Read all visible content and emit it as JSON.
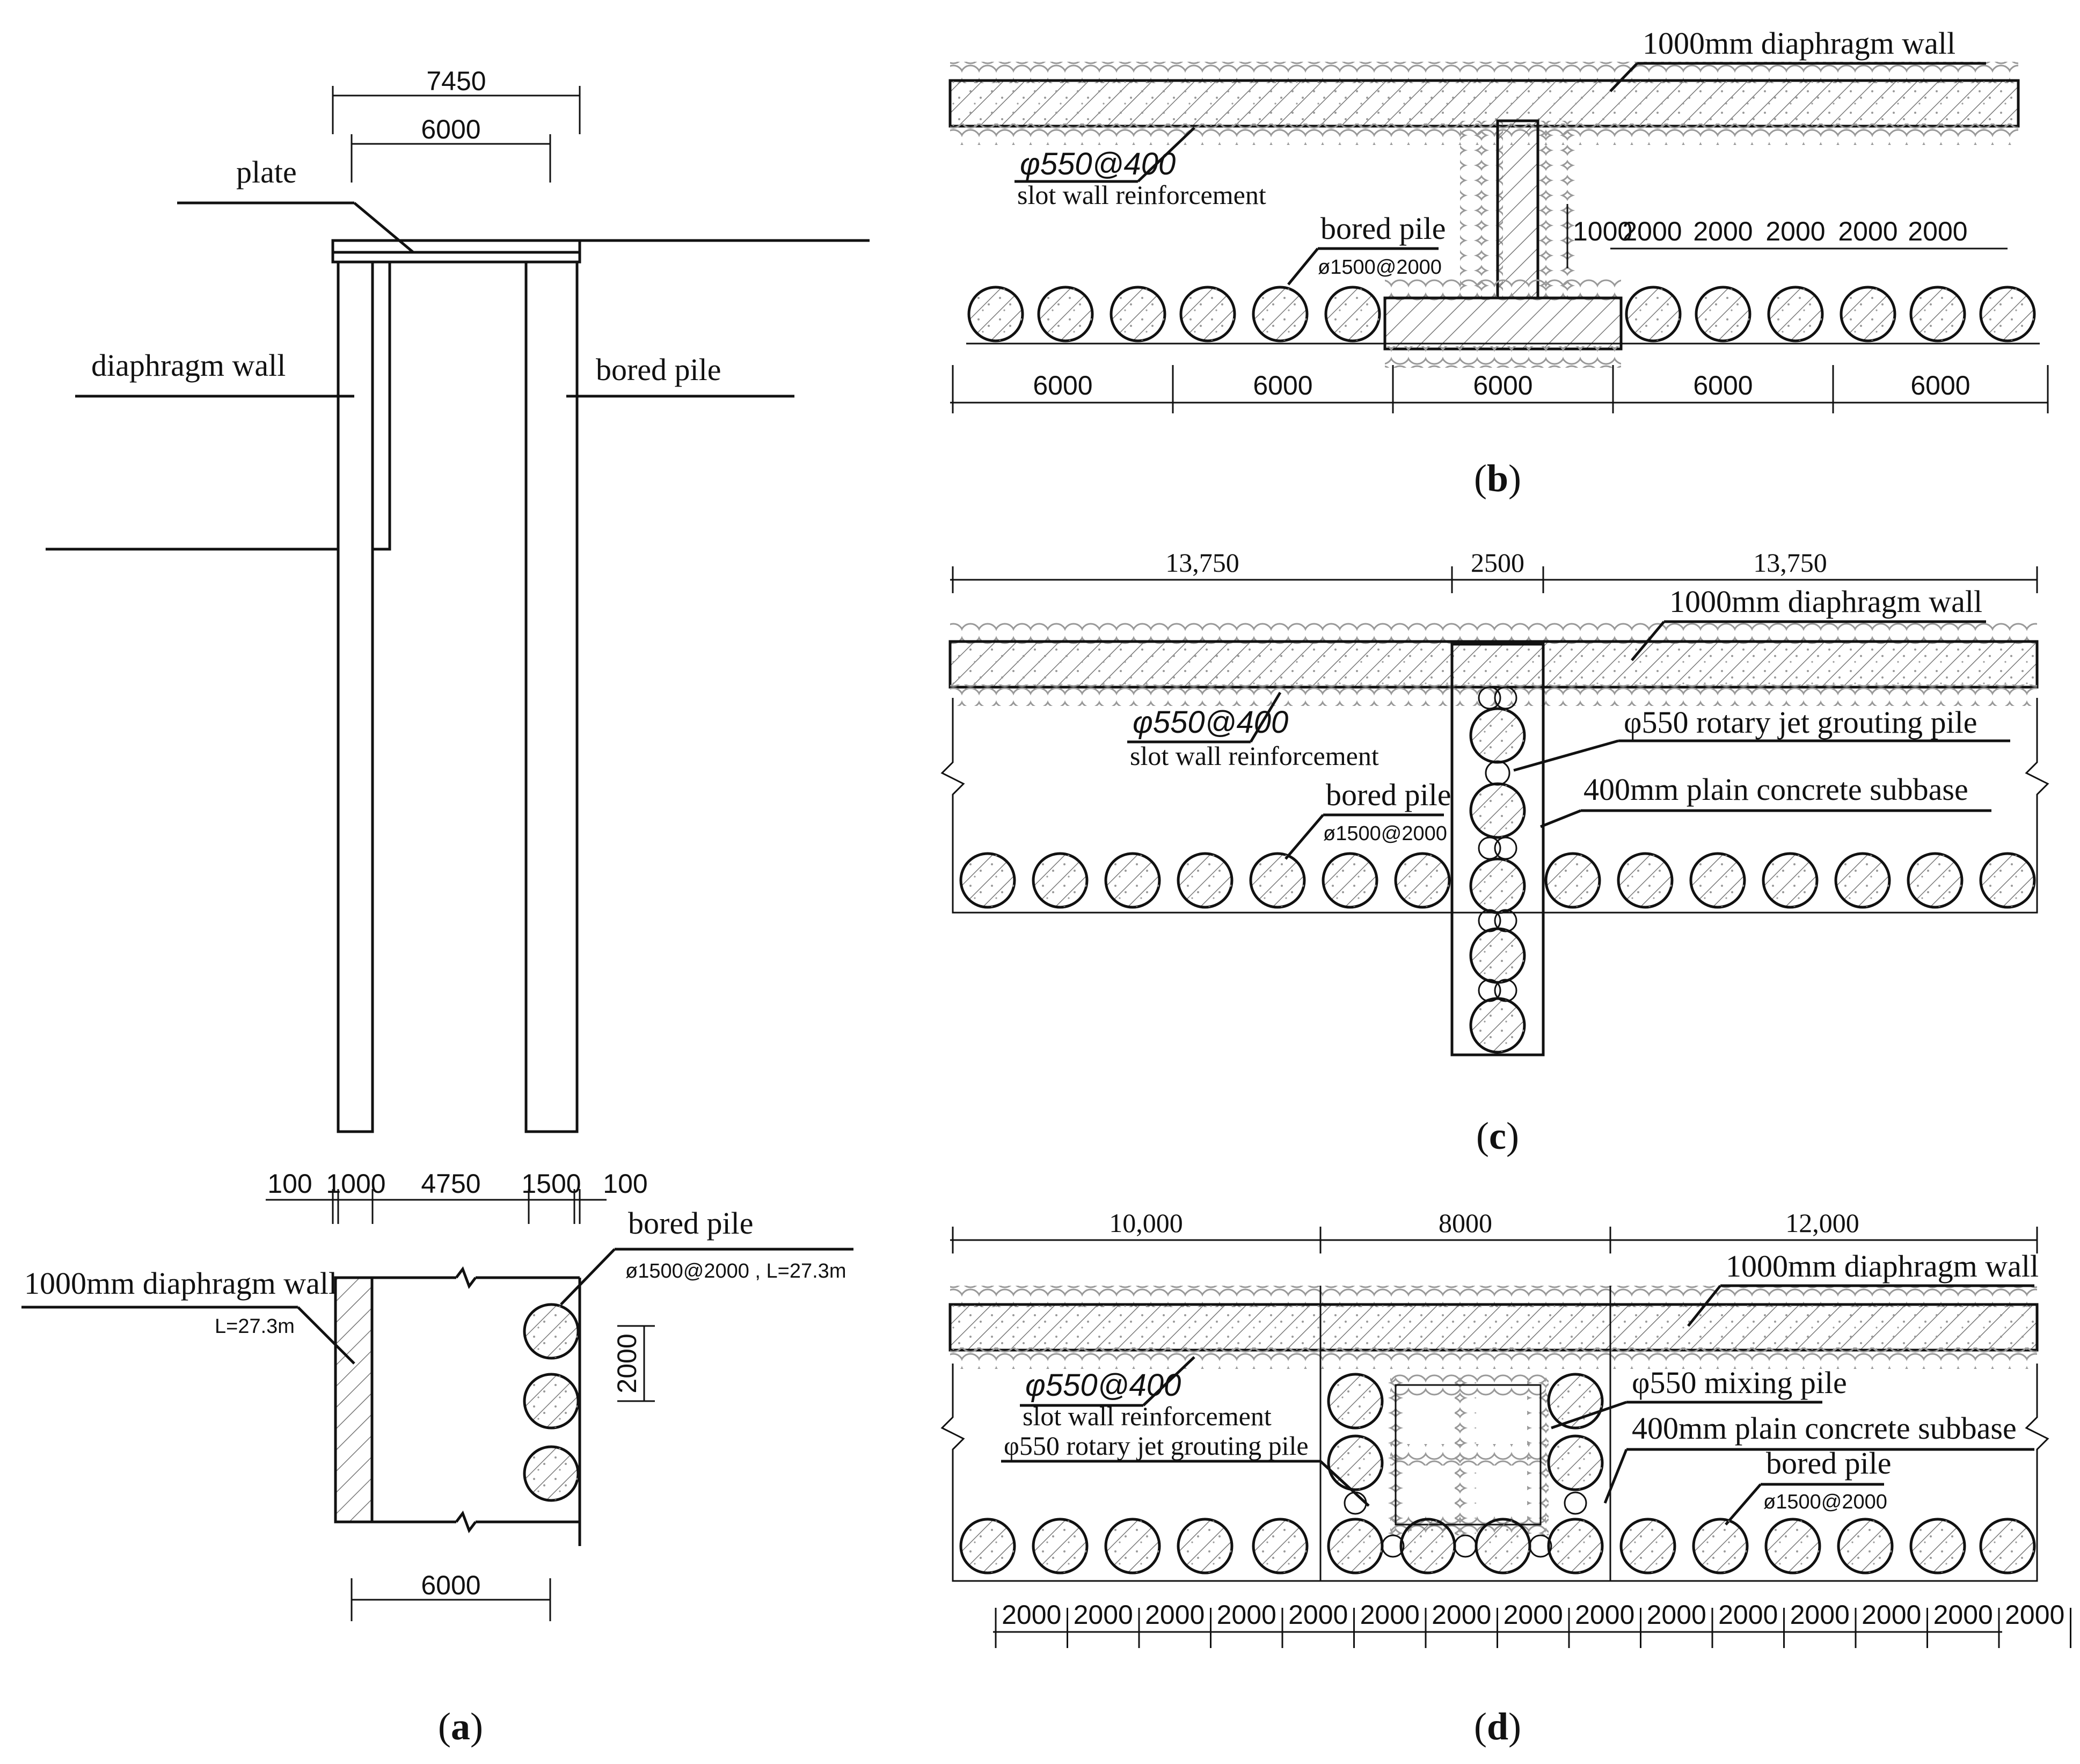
{
  "panels": {
    "a": {
      "caption_open": "(",
      "caption_letter": "a",
      "caption_close": ")",
      "dim_top_outer": "7450",
      "dim_top_inner": "6000",
      "label_plate": "plate",
      "label_diaphragm_wall": "diaphragm wall",
      "label_bored_pile": "bored pile",
      "plan_dims": [
        "100",
        "1000",
        "4750",
        "1500",
        "100"
      ],
      "plan_wall_label": "1000mm diaphragm wall",
      "plan_wall_length": "L=27.3m",
      "plan_pile_label": "bored pile",
      "plan_pile_spec": "ø1500@2000 , L=27.3m",
      "plan_pile_spacing": "2000",
      "plan_bottom_dim": "6000"
    },
    "b": {
      "caption_open": "(",
      "caption_letter": "b",
      "caption_close": ")",
      "wall_label": "1000mm diaphragm wall",
      "reinf_spec": "φ550@400",
      "reinf_label": "slot wall reinforcement",
      "pile_label": "bored pile",
      "pile_spec": "ø1500@2000",
      "rib_dim": "1000",
      "spacing_dims": [
        "2000",
        "2000",
        "2000",
        "2000",
        "2000"
      ],
      "bottom_dims": [
        "6000",
        "6000",
        "6000",
        "6000",
        "6000"
      ]
    },
    "c": {
      "caption_open": "(",
      "caption_letter": "c",
      "caption_close": ")",
      "top_dims": [
        "13,750",
        "2500",
        "13,750"
      ],
      "wall_label": "1000mm diaphragm wall",
      "reinf_spec": "φ550@400",
      "reinf_label": "slot wall reinforcement",
      "jet_label": "φ550 rotary jet grouting pile",
      "subbase_label": "400mm plain concrete subbase",
      "pile_label": "bored pile",
      "pile_spec": "ø1500@2000"
    },
    "d": {
      "caption_open": "(",
      "caption_letter": "d",
      "caption_close": ")",
      "top_dims": [
        "10,000",
        "8000",
        "12,000"
      ],
      "wall_label": "1000mm diaphragm wall",
      "reinf_spec": "φ550@400",
      "reinf_label": "slot wall reinforcement",
      "jet_label": "φ550 rotary jet grouting pile",
      "mixing_label": "φ550 mixing pile",
      "subbase_label": "400mm plain concrete subbase",
      "pile_label": "bored pile",
      "pile_spec": "ø1500@2000",
      "bottom_dims": [
        "2000",
        "2000",
        "2000",
        "2000",
        "2000",
        "2000",
        "2000",
        "2000",
        "2000",
        "2000",
        "2000",
        "2000",
        "2000",
        "2000",
        "2000"
      ]
    }
  }
}
